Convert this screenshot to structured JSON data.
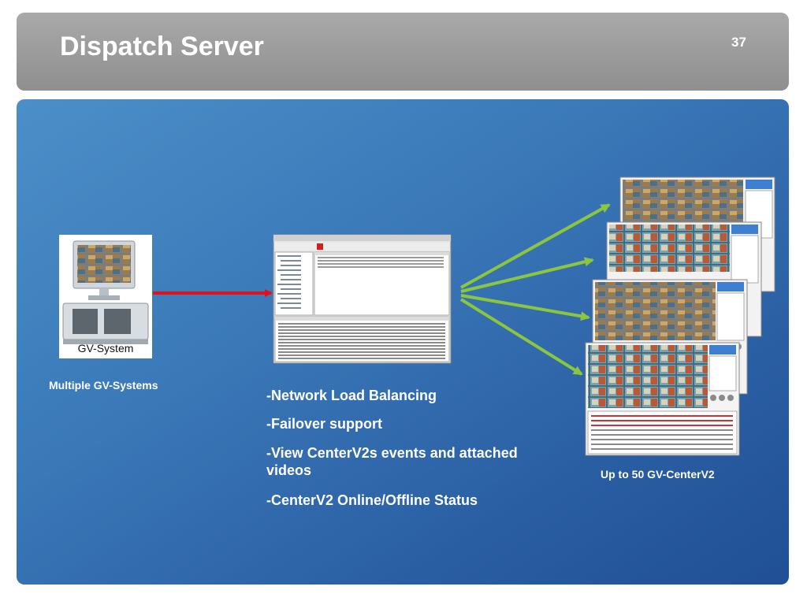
{
  "slide": {
    "title": "Dispatch Server",
    "page_number": "37"
  },
  "gv_system": {
    "caption": "GV-System",
    "label": "Multiple GV-Systems"
  },
  "features": [
    "-Network Load Balancing",
    "-Failover support",
    "-View CenterV2s events and attached videos",
    "-CenterV2 Online/Offline Status"
  ],
  "centerv2": {
    "label": "Up to 50 GV-CenterV2"
  },
  "colors": {
    "title_bar": "#9a9a9a",
    "panel": "#2f6aae",
    "red_arrow": "#e0121a",
    "green_arrow": "#8cc63f"
  }
}
